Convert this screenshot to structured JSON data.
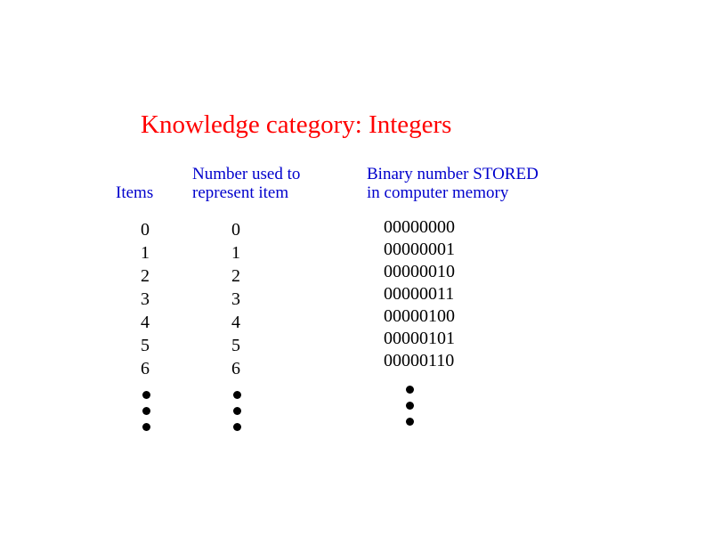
{
  "slide": {
    "title": "Knowledge category: Integers",
    "title_color": "#ff0000",
    "header_color": "#0000cc",
    "body_color": "#000000",
    "background_color": "#ffffff"
  },
  "table": {
    "headers": [
      {
        "label": "Items",
        "lines": [
          "Items"
        ]
      },
      {
        "label": "Number used to represent item",
        "lines": [
          "Number used to",
          "represent item"
        ]
      },
      {
        "label": "Binary number STORED in computer memory",
        "lines": [
          "Binary number STORED",
          "in computer memory"
        ]
      }
    ],
    "columns": {
      "items": [
        "0",
        "1",
        "2",
        "3",
        "4",
        "5",
        "6"
      ],
      "number_used": [
        "0",
        "1",
        "2",
        "3",
        "4",
        "5",
        "6"
      ],
      "binary_stored": [
        "00000000",
        "00000001",
        "00000010",
        "00000011",
        "00000100",
        "00000101",
        "00000110"
      ]
    },
    "continuation": {
      "symbol": "vertical-ellipsis",
      "dot_count": 3
    }
  }
}
